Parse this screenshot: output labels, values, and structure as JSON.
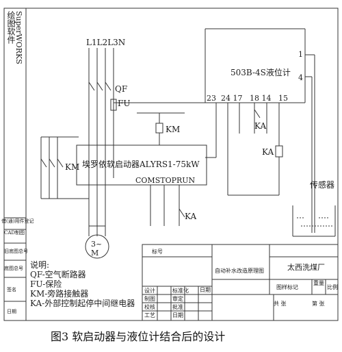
{
  "sidebar": {
    "software_title": "绘图软件",
    "software_name": "SuperWORKS",
    "row1": "借(通)用件登记",
    "row2": "CAD制图",
    "row3": "旧底图总号",
    "row4": "底图总号",
    "row5": "签名",
    "row6": "日期"
  },
  "labels": {
    "lines": "L1L2L3N",
    "qf": "QF",
    "fu": "FU",
    "km_top": "KM",
    "km_left": "KM",
    "starter": "埃罗依软启动器ALYRS1-75kW",
    "com_stop_run": "COMSTOPRUN",
    "ka_mid": "KA",
    "motor": "3~\nM",
    "controller": "503B-4S液位计",
    "term_1": "1",
    "term_4": "4",
    "terms_row": "23  24 17   18 14   15",
    "ka_contact": "KA",
    "ka_coil": "KA",
    "sensor": "传感器"
  },
  "legend": {
    "heading": "说明:",
    "items": [
      "QF-空气断路器",
      "FU-保险",
      "KM-旁路接触器",
      "KA-外部控制起停中间继电器"
    ]
  },
  "title_block": {
    "mark": "标号",
    "drawing_name": "自动补水改造原理图",
    "company": "太西洗煤厂",
    "stage_mark": "图样标记",
    "weight": "重量",
    "scale": "比例",
    "design": "设计",
    "standard": "标准化",
    "draw": "制图",
    "review": "审定",
    "check": "校核",
    "approve": "批准",
    "process": "工艺",
    "date_col": "日期",
    "date_row": "日期",
    "total": "共  张",
    "sheet": "第  张"
  },
  "caption": "图3  软启动器与液位计结合后的设计"
}
